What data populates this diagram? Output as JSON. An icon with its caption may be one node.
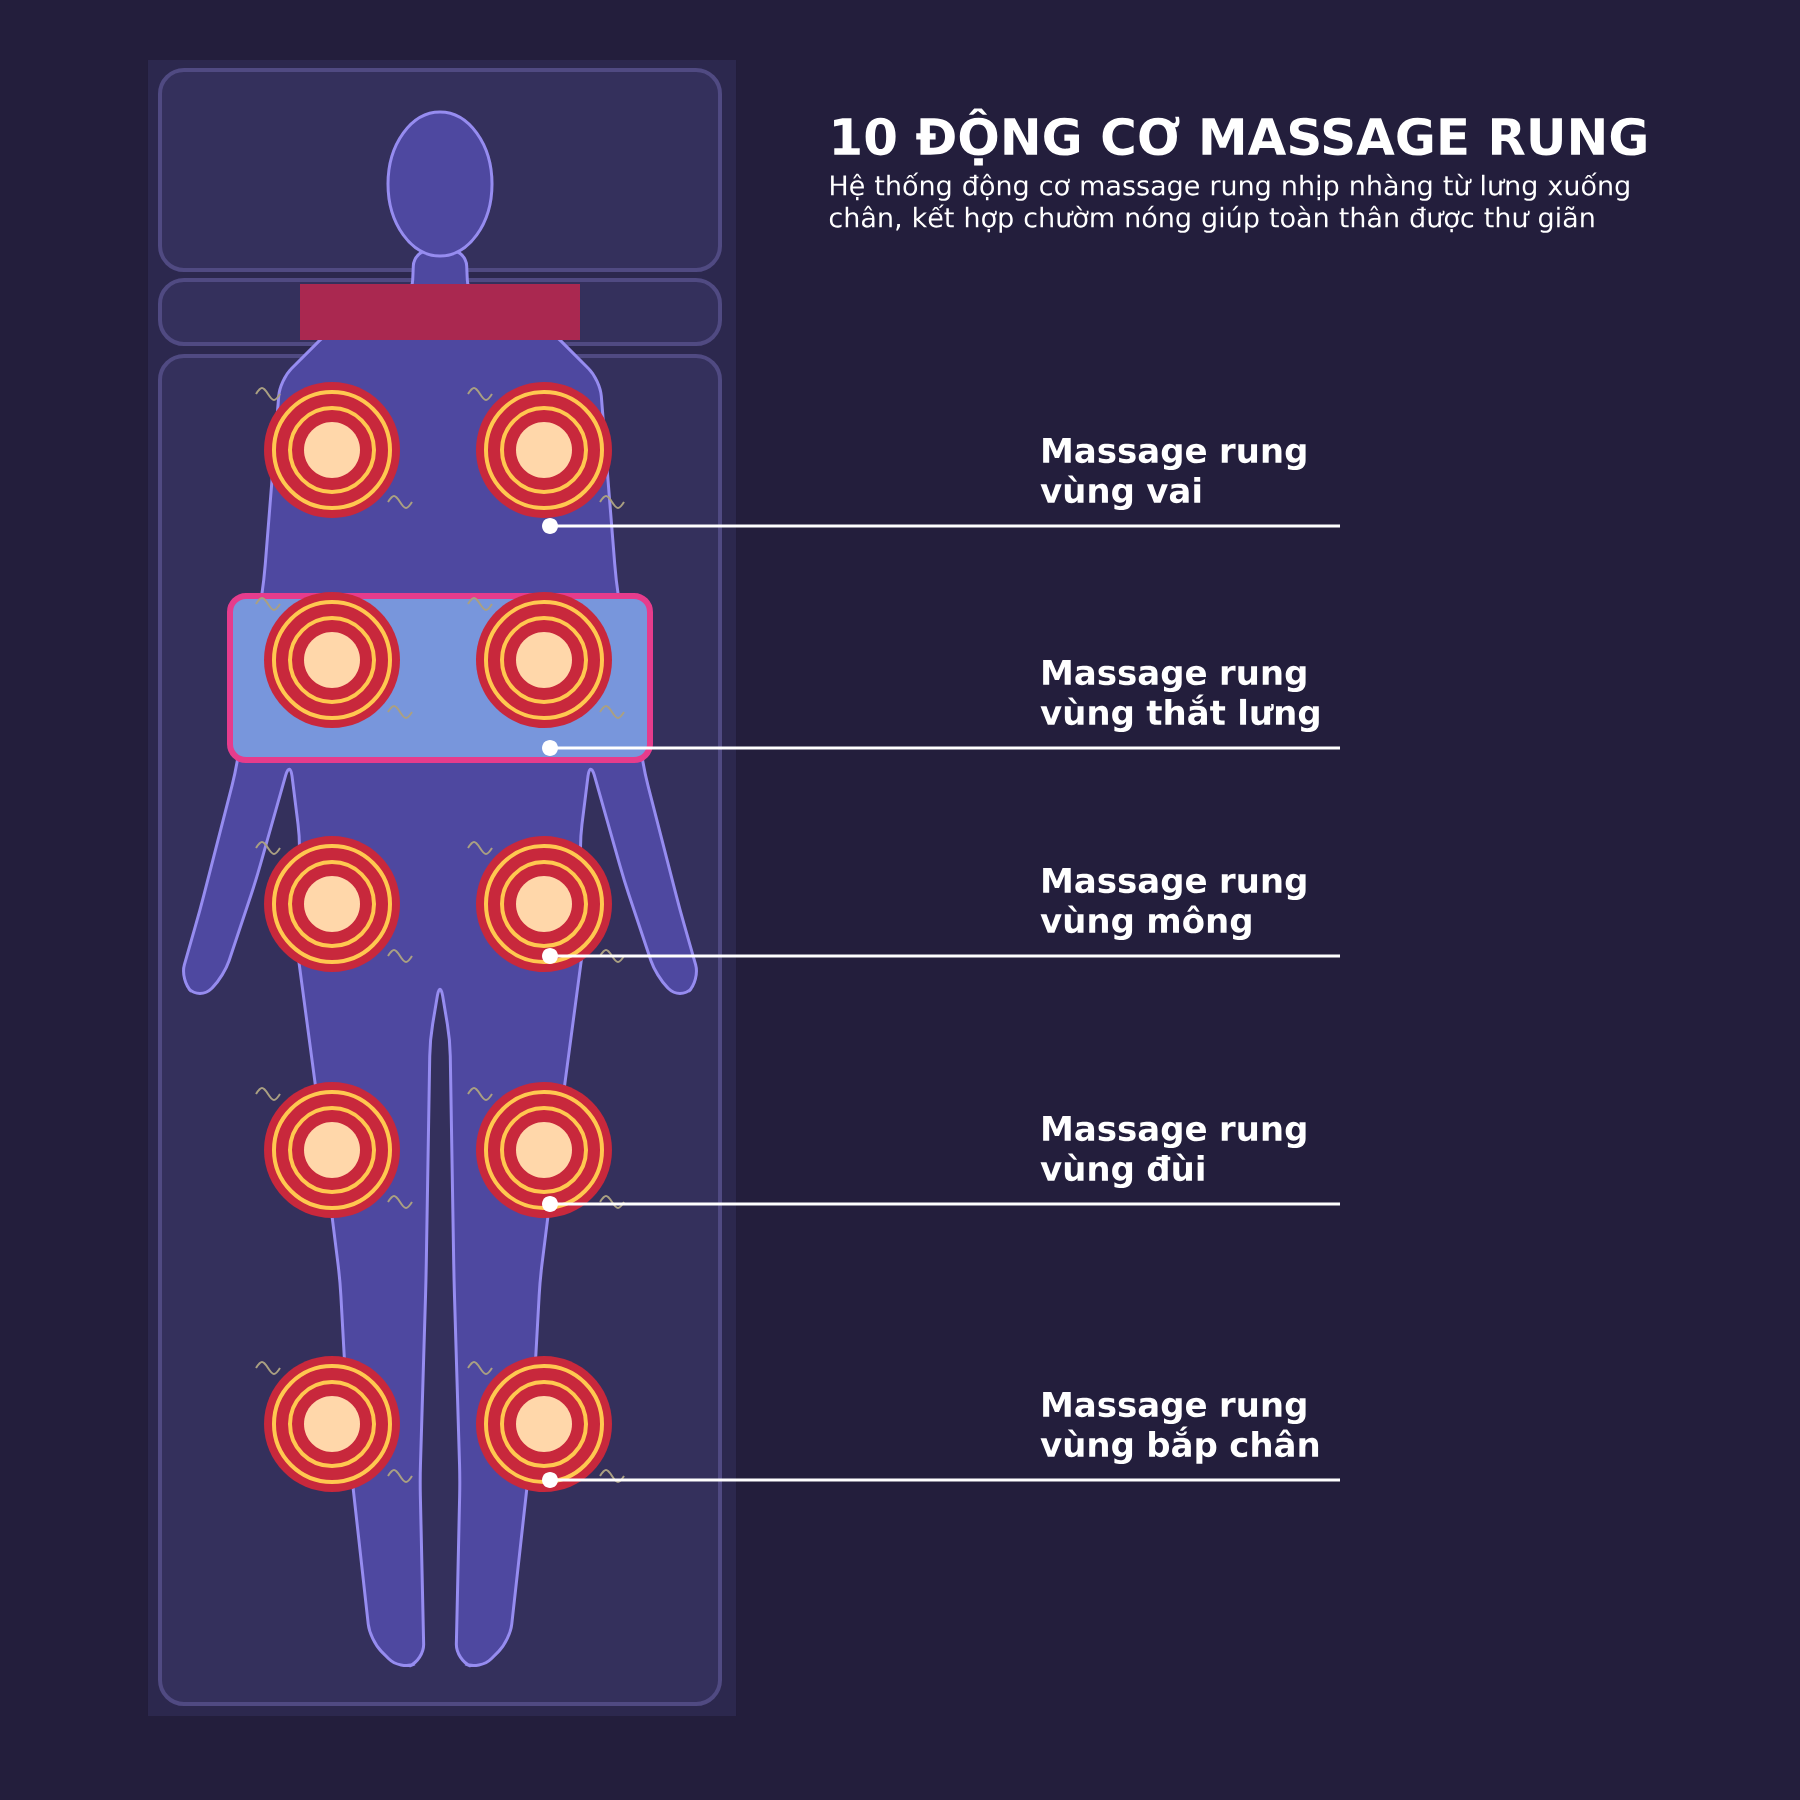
{
  "diagram": {
    "title": "10 ĐỘNG CƠ MASSAGE RUNG",
    "nodes": [
      {
        "text": [
          "Massage rung vùng vai"
        ]
      },
      {
        "text": [
          "Massage rung vùng thắt lưng"
        ]
      },
      {
        "text": [
          "Massage rung vùng mông"
        ]
      },
      {
        "text": [
          "Massage rung vùng đùi"
        ]
      },
      {
        "text": [
          "Massage rung vùng bắp chân"
        ]
      },
      {
        "text": [],
        "shape": "circle"
      },
      {
        "text": [],
        "shape": "circle"
      },
      {
        "text": [],
        "shape": "circle"
      },
      {
        "text": [],
        "shape": "circle"
      },
      {
        "text": [],
        "shape": "circle"
      }
    ],
    "edges": [
      {
        "from": 0,
        "to": 5,
        "arrow": "none"
      },
      {
        "from": 1,
        "to": 6,
        "arrow": "none"
      },
      {
        "from": 2,
        "to": 7,
        "arrow": "none"
      },
      {
        "from": 3,
        "to": 8,
        "arrow": "none"
      },
      {
        "from": 4,
        "to": 9,
        "arrow": "none"
      }
    ],
    "labels": [
      "Hệ thống động cơ massage rung nhịp nhàng từ lưng xuống chân, kết hợp chườm nóng giúp toàn thân được thư giãn"
    ]
  }
}
